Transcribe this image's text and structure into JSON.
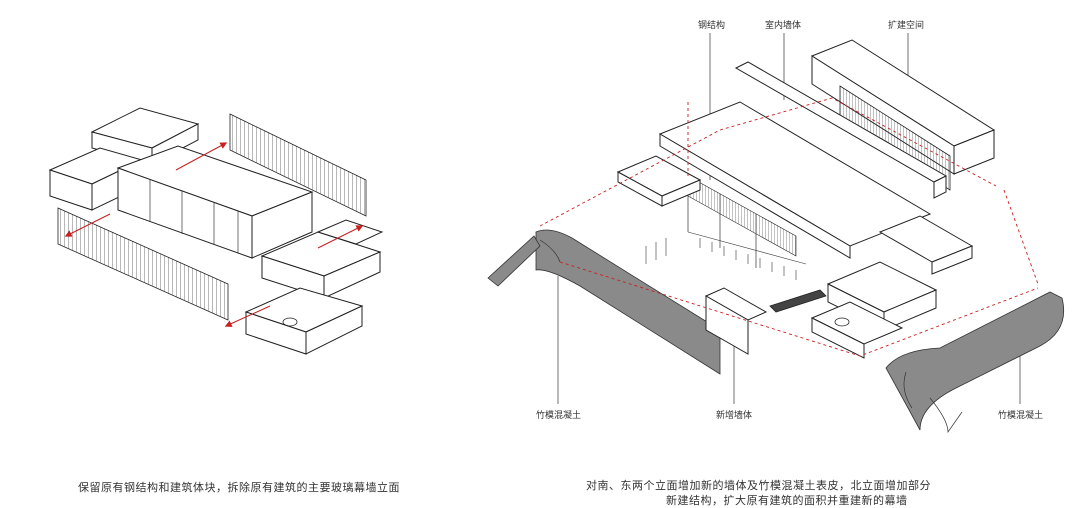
{
  "left_caption": "保留原有钢结构和建筑体块，拆除原有建筑的主要玻璃幕墙立面",
  "right_caption_line1": "对南、东两个立面增加新的墙体及竹模混凝土表皮，北立面增加部分",
  "right_caption_line2": "新建结构，扩大原有建筑的面积并重建新的幕墙",
  "labels": {
    "steel": "钢结构",
    "interior_wall": "室内墙体",
    "extension": "扩建空间",
    "bamboo_left": "竹模混凝土",
    "new_wall": "新增墙体",
    "bamboo_right": "竹模混凝土"
  },
  "colors": {
    "accent": "#c81f1f",
    "line": "#222222"
  }
}
